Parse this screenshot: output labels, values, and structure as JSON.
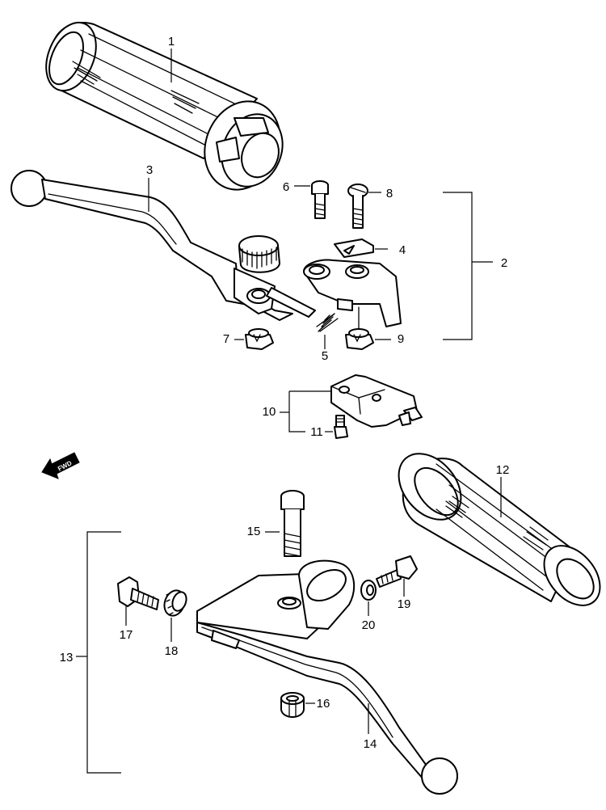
{
  "diagram": {
    "callouts": {
      "c1": "1",
      "c2": "2",
      "c3": "3",
      "c4": "4",
      "c5": "5",
      "c6": "6",
      "c7": "7",
      "c8": "8",
      "c9": "9",
      "c10": "10",
      "c11": "11",
      "c12": "12",
      "c13": "13",
      "c14": "14",
      "c15": "15",
      "c16": "16",
      "c17": "17",
      "c18": "18",
      "c19": "19",
      "c20": "20"
    },
    "direction_arrow": "FWD"
  }
}
